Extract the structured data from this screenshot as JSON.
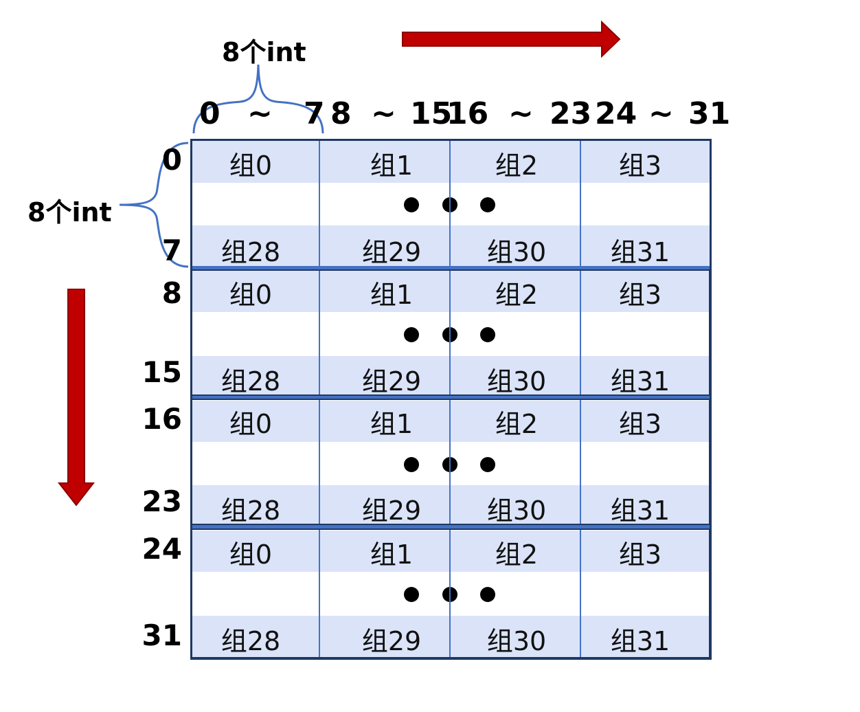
{
  "top_brace_label": "8个int",
  "left_brace_label": "8个int",
  "column_labels": [
    {
      "text": "0",
      "x": 0
    },
    {
      "text": "~",
      "x": 0
    },
    {
      "text": "7",
      "x": 0
    },
    {
      "text": "8",
      "x": 0
    },
    {
      "text": "~",
      "x": 0
    },
    {
      "text": "15",
      "x": 0
    },
    {
      "text": "16",
      "x": 0
    },
    {
      "text": "~",
      "x": 0
    },
    {
      "text": "23",
      "x": 0
    },
    {
      "text": "24",
      "x": 0
    },
    {
      "text": "~",
      "x": 0
    },
    {
      "text": "31",
      "x": 0
    }
  ],
  "row_labels": [
    "0",
    "7",
    "8",
    "15",
    "16",
    "23",
    "24",
    "31"
  ],
  "blocks": [
    {
      "top": [
        "组0",
        "组1",
        "组2",
        "组3"
      ],
      "bottom": [
        "组28",
        "组29",
        "组30",
        "组31"
      ]
    },
    {
      "top": [
        "组0",
        "组1",
        "组2",
        "组3"
      ],
      "bottom": [
        "组28",
        "组29",
        "组30",
        "组31"
      ]
    },
    {
      "top": [
        "组0",
        "组1",
        "组2",
        "组3"
      ],
      "bottom": [
        "组28",
        "组29",
        "组30",
        "组31"
      ]
    },
    {
      "top": [
        "组0",
        "组1",
        "组2",
        "组3"
      ],
      "bottom": [
        "组28",
        "组29",
        "组30",
        "组31"
      ]
    }
  ],
  "colors": {
    "arrow": "#c00000",
    "arrow_edge": "#8b0000",
    "band": "#dae3f8",
    "grid_line": "#4472c4",
    "border": "#1f3864",
    "brace": "#4472c4"
  },
  "icons": {
    "horizontal_arrow": "right-arrow-icon",
    "vertical_arrow": "down-arrow-icon",
    "ellipsis": "ellipsis-dots-icon"
  }
}
